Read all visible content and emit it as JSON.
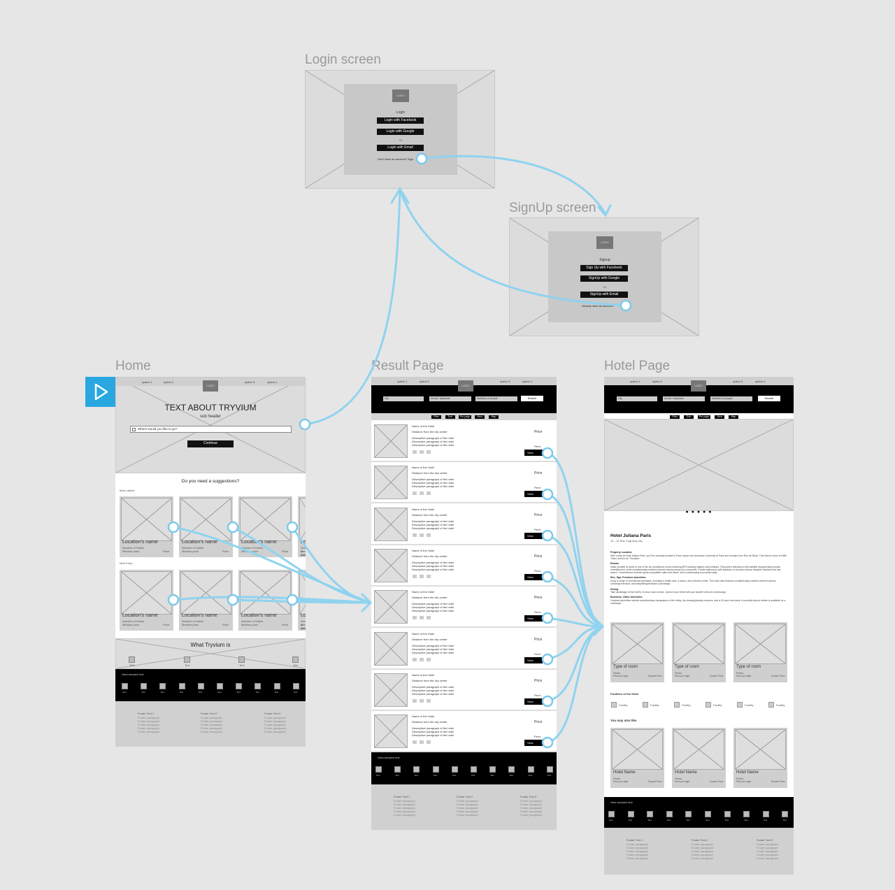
{
  "frames": {
    "login": {
      "title": "Login screen",
      "logo": "LOGO",
      "heading": "Login",
      "buttons": [
        "Login with Facebook",
        "Login with Google",
        "Login with Email"
      ],
      "or": "Or",
      "footer_text": "Don't have an account? Sign"
    },
    "signup": {
      "title": "SignUp screen",
      "logo": "LOGO",
      "heading": "Signup",
      "buttons": [
        "Sign Up with Facebook",
        "SignUp with Google",
        "SignUp with Email"
      ],
      "or": "Or",
      "footer_text": "Already have an account?"
    },
    "home": {
      "title": "Home",
      "nav": [
        "option 1",
        "option 2",
        "option 3",
        "option 4"
      ],
      "logo": "LOGO",
      "hero_title": "TEXT ABOUT TRYVIUM",
      "hero_sub": "sub header",
      "search_placeholder": "Where would you like to go?",
      "continue": "Continue",
      "suggest_title": "Do you need a suggestions?",
      "most_visited": "Most visited",
      "new_entry": "New Entry",
      "card_title": "Location's name",
      "card_meta1": "Number of Hotels",
      "card_meta2": "Medium price",
      "card_price": "Price",
      "what_title": "What Tryvium is",
      "what_item": "Text",
      "social_title": "Value accepted here",
      "social_item": "Text",
      "footer_titles": [
        "Footer Text 1",
        "Footer Text 2",
        "Footer Text 3"
      ],
      "footer_line": "Footer paragraph"
    },
    "result": {
      "title": "Result Page",
      "nav": [
        "option 1",
        "option 2",
        "option 3",
        "option 4"
      ],
      "logo": "LOGO",
      "search_fields": [
        "City",
        "Arrival / departure",
        "Numbers of people"
      ],
      "search_btn": "Search",
      "filters": [
        "Filter",
        "Sort",
        "Per page",
        "View",
        "Map"
      ],
      "row_name": "Name of the Hotel",
      "row_distance": "Distance from the city center",
      "row_desc": "Descriptive paragraph of the hotel",
      "row_price": "Price",
      "row_nights": "Per/n",
      "row_view": "View",
      "social_title": "Value accepted here",
      "social_item": "Text",
      "footer_titles": [
        "Footer Text 1",
        "Footer Text 2",
        "Footer Text 3"
      ],
      "footer_line": "Footer paragraph"
    },
    "hotel": {
      "title": "Hotel Page",
      "nav": [
        "option 1",
        "option 2",
        "option 3",
        "option 4"
      ],
      "logo": "LOGO",
      "search_fields": [
        "City",
        "Arrival / departure",
        "Numbers of people"
      ],
      "search_btn": "Search",
      "filters": [
        "Filter",
        "Sort",
        "Per page",
        "View",
        "Map"
      ],
      "dots": "● ● ● ● ●",
      "hotel_name": "Hotel Juliana Paris",
      "hotel_address": "10 - 12 Rue Cognacq-Jay",
      "sections": [
        {
          "head": "Property Location",
          "body": "With a stay at Hotel Juliana Paris, you'll be centrally located in Paris, steps from American University of Paris and minutes from Rue de Rivoli. This hotel is close to Eiffel Tower and Arc de Triomphe."
        },
        {
          "head": "Rooms",
          "body": "Make yourself at home in one of the air-conditioned rooms featuring MP3 docking stations and minibars. Flat-screen televisions with satellite programming provide entertainment, while complimentary wireless Internet access keeps you connected. Private bathrooms with bathtubs or showers feature designer toiletries and hair dryers. Conveniences include laptop-compatible safes and desks, and housekeeping is provided daily."
        },
        {
          "head": "Rec, Spa, Premium Amenities",
          "body": "Enjoy a range of recreational amenities, including a health club, a sauna, and a fitness center. This hotel also features complimentary wireless Internet access, concierge services, and babysitting/childcare (surcharge)."
        },
        {
          "head": "Dining",
          "body": "Take advantage of the hotel's 24-hour room service. Quench your thirst with your favorite drink at a bar/lounge."
        },
        {
          "head": "Business, Other Amenities",
          "body": "Featured amenities include complimentary newspapers in the lobby, dry cleaning/laundry services, and a 24-hour front desk. A roundtrip airport shuttle is available for a surcharge."
        }
      ],
      "room_title": "Type of room",
      "room_meta": "Perks",
      "room_price1": "Price per night",
      "room_price2": "Pyment Price",
      "facilities_title": "Facilities of the Hotel",
      "facility": "Facility",
      "also_like": "You may also like",
      "like_title": "Hotel Name",
      "like_meta": "Perks",
      "like_price1": "Price per night",
      "like_price2": "Pyment Price",
      "social_title": "Value accepted here",
      "social_item": "Text",
      "footer_titles": [
        "Footer Text 1",
        "Footer Text 2",
        "Footer Text 3"
      ],
      "footer_line": "Footer paragraph"
    }
  },
  "colors": {
    "canvas": "#e6e6e6",
    "connector": "#8fd3ef",
    "play_button": "#29a7e1",
    "placeholder": "#dcdcdc",
    "dark_bar": "#000000"
  },
  "icons": {
    "play": "play-icon",
    "image_placeholder": "image-placeholder-icon"
  }
}
